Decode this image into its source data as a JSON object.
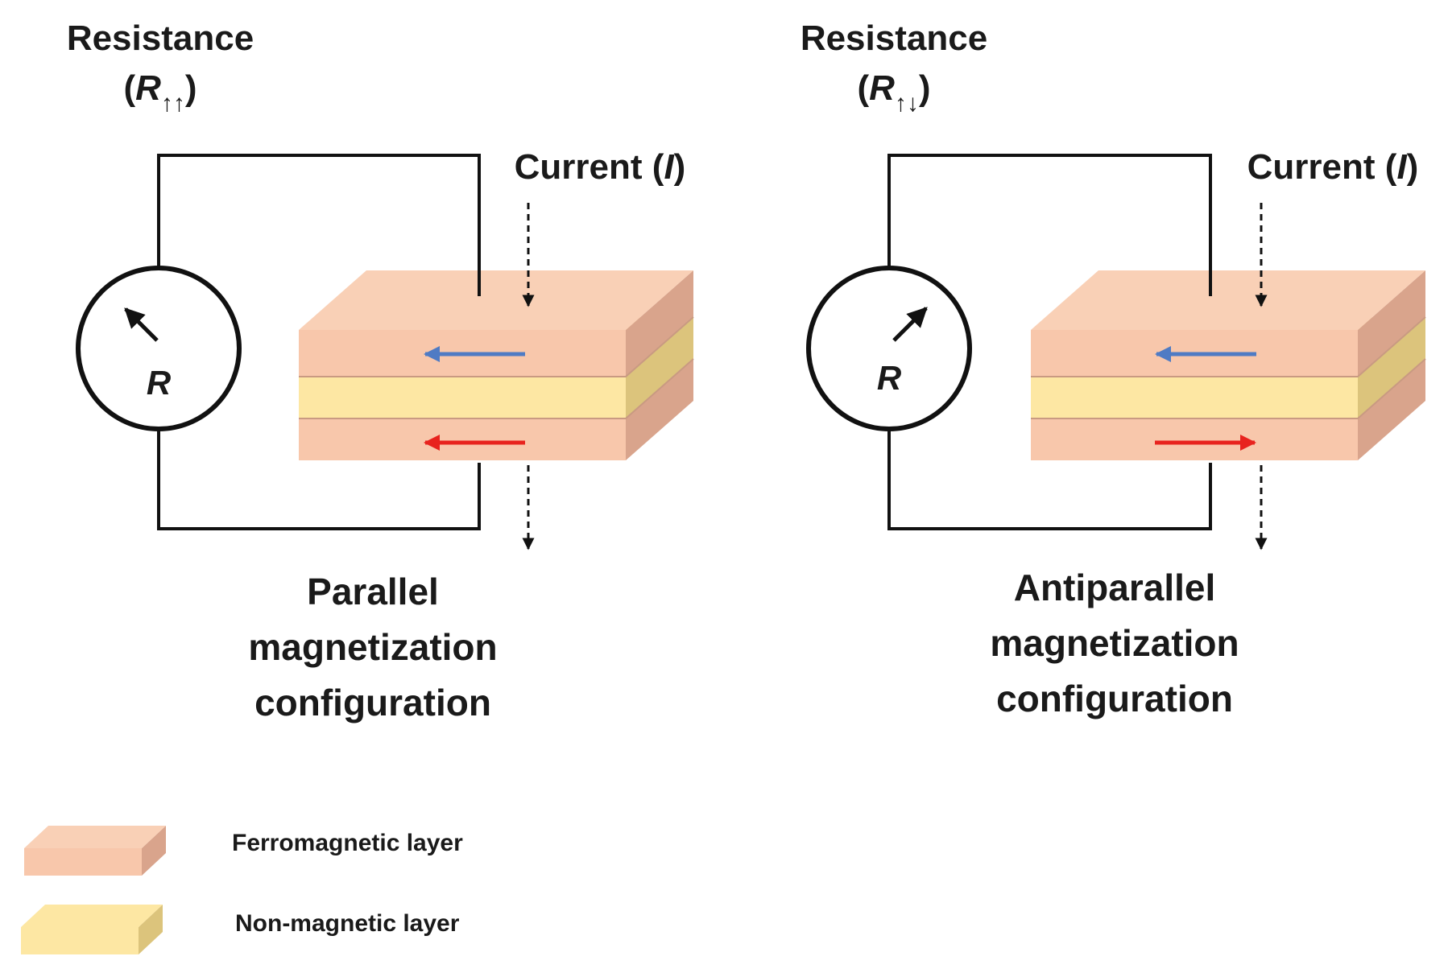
{
  "panels": [
    {
      "id": "parallel",
      "resistance": {
        "title": "Resistance",
        "symbol": "R",
        "subscript": "↑↑"
      },
      "meter_label": "R",
      "current_label": {
        "prefix": "Current (",
        "symbol": "I",
        "suffix": ")"
      },
      "top_arrow_direction": "left",
      "bottom_arrow_direction": "left",
      "caption": [
        "Parallel",
        "magnetization",
        "configuration"
      ]
    },
    {
      "id": "antiparallel",
      "resistance": {
        "title": "Resistance",
        "symbol": "R",
        "subscript": "↑↓"
      },
      "meter_label": "R",
      "current_label": {
        "prefix": "Current (",
        "symbol": "I",
        "suffix": ")"
      },
      "top_arrow_direction": "left",
      "bottom_arrow_direction": "right",
      "caption": [
        "Antiparallel",
        "magnetization",
        "configuration"
      ]
    }
  ],
  "legend": [
    {
      "label": "Ferromagnetic layer",
      "color": "#f8c7ab"
    },
    {
      "label": "Non-magnetic layer",
      "color": "#fde7a3"
    }
  ],
  "colors": {
    "ferromagnetic_front": "#f8c7ab",
    "ferromagnetic_top": "#f9d0b6",
    "ferromagnetic_side": "#d9a48c",
    "nonmagnetic_front": "#fde7a3",
    "nonmagnetic_side": "#dcc47c",
    "arrow_top": "#4f7bc4",
    "arrow_bottom": "#e8231e",
    "wire": "#111111"
  }
}
